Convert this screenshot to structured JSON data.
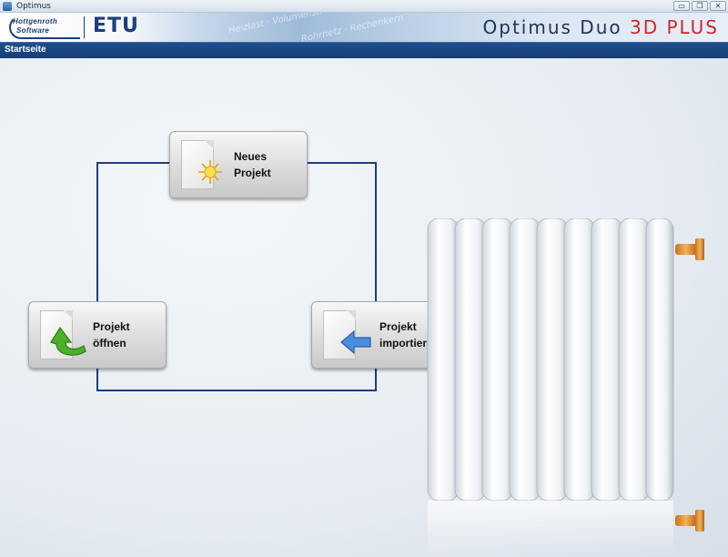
{
  "window": {
    "title": "Optimus",
    "minimize_label": "▭",
    "restore_label": "❐",
    "close_label": "✕"
  },
  "banner": {
    "logo_line1": "Hottgenroth",
    "logo_line2": "Software",
    "brand": "ETU",
    "product_part1": "Optimus Duo ",
    "product_part2": "3D PLUS",
    "product_highlight_color": "#d0242b"
  },
  "section": {
    "title": "Startseite"
  },
  "actions": {
    "new_project": {
      "line1": "Neues",
      "line2": "Projekt",
      "icon": "new-document-star-icon"
    },
    "open_project": {
      "line1": "Projekt",
      "line2": "öffnen",
      "icon": "open-document-arrow-icon"
    },
    "import_project": {
      "line1": "Projekt",
      "line2": "importieren",
      "icon": "import-document-arrow-icon"
    }
  },
  "colors": {
    "accent": "#1d3f7a",
    "section_bar": "#1f4f8f"
  }
}
